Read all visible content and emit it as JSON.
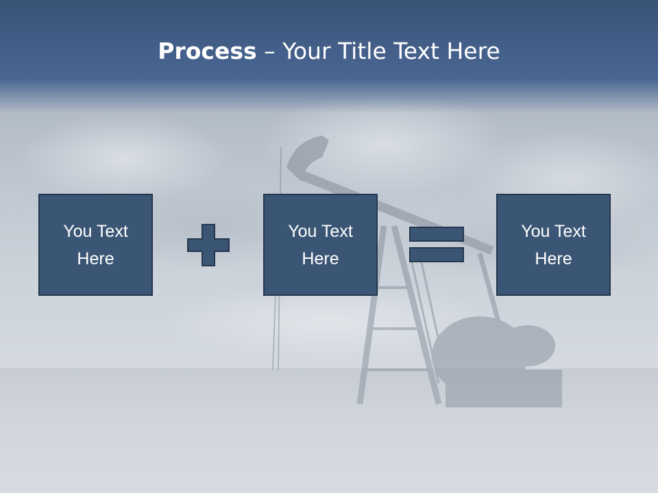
{
  "title": {
    "bold": "Process",
    "rest": " – Your Title Text Here"
  },
  "boxes": [
    {
      "line1": "You Text",
      "line2": "Here"
    },
    {
      "line1": "You Text",
      "line2": "Here"
    },
    {
      "line1": "You Text",
      "line2": "Here"
    }
  ],
  "operators": [
    "plus-icon",
    "equals-icon"
  ],
  "colors": {
    "header": "#44608a",
    "box_fill": "#3b5675",
    "box_border": "#24364d",
    "text": "#ffffff"
  }
}
